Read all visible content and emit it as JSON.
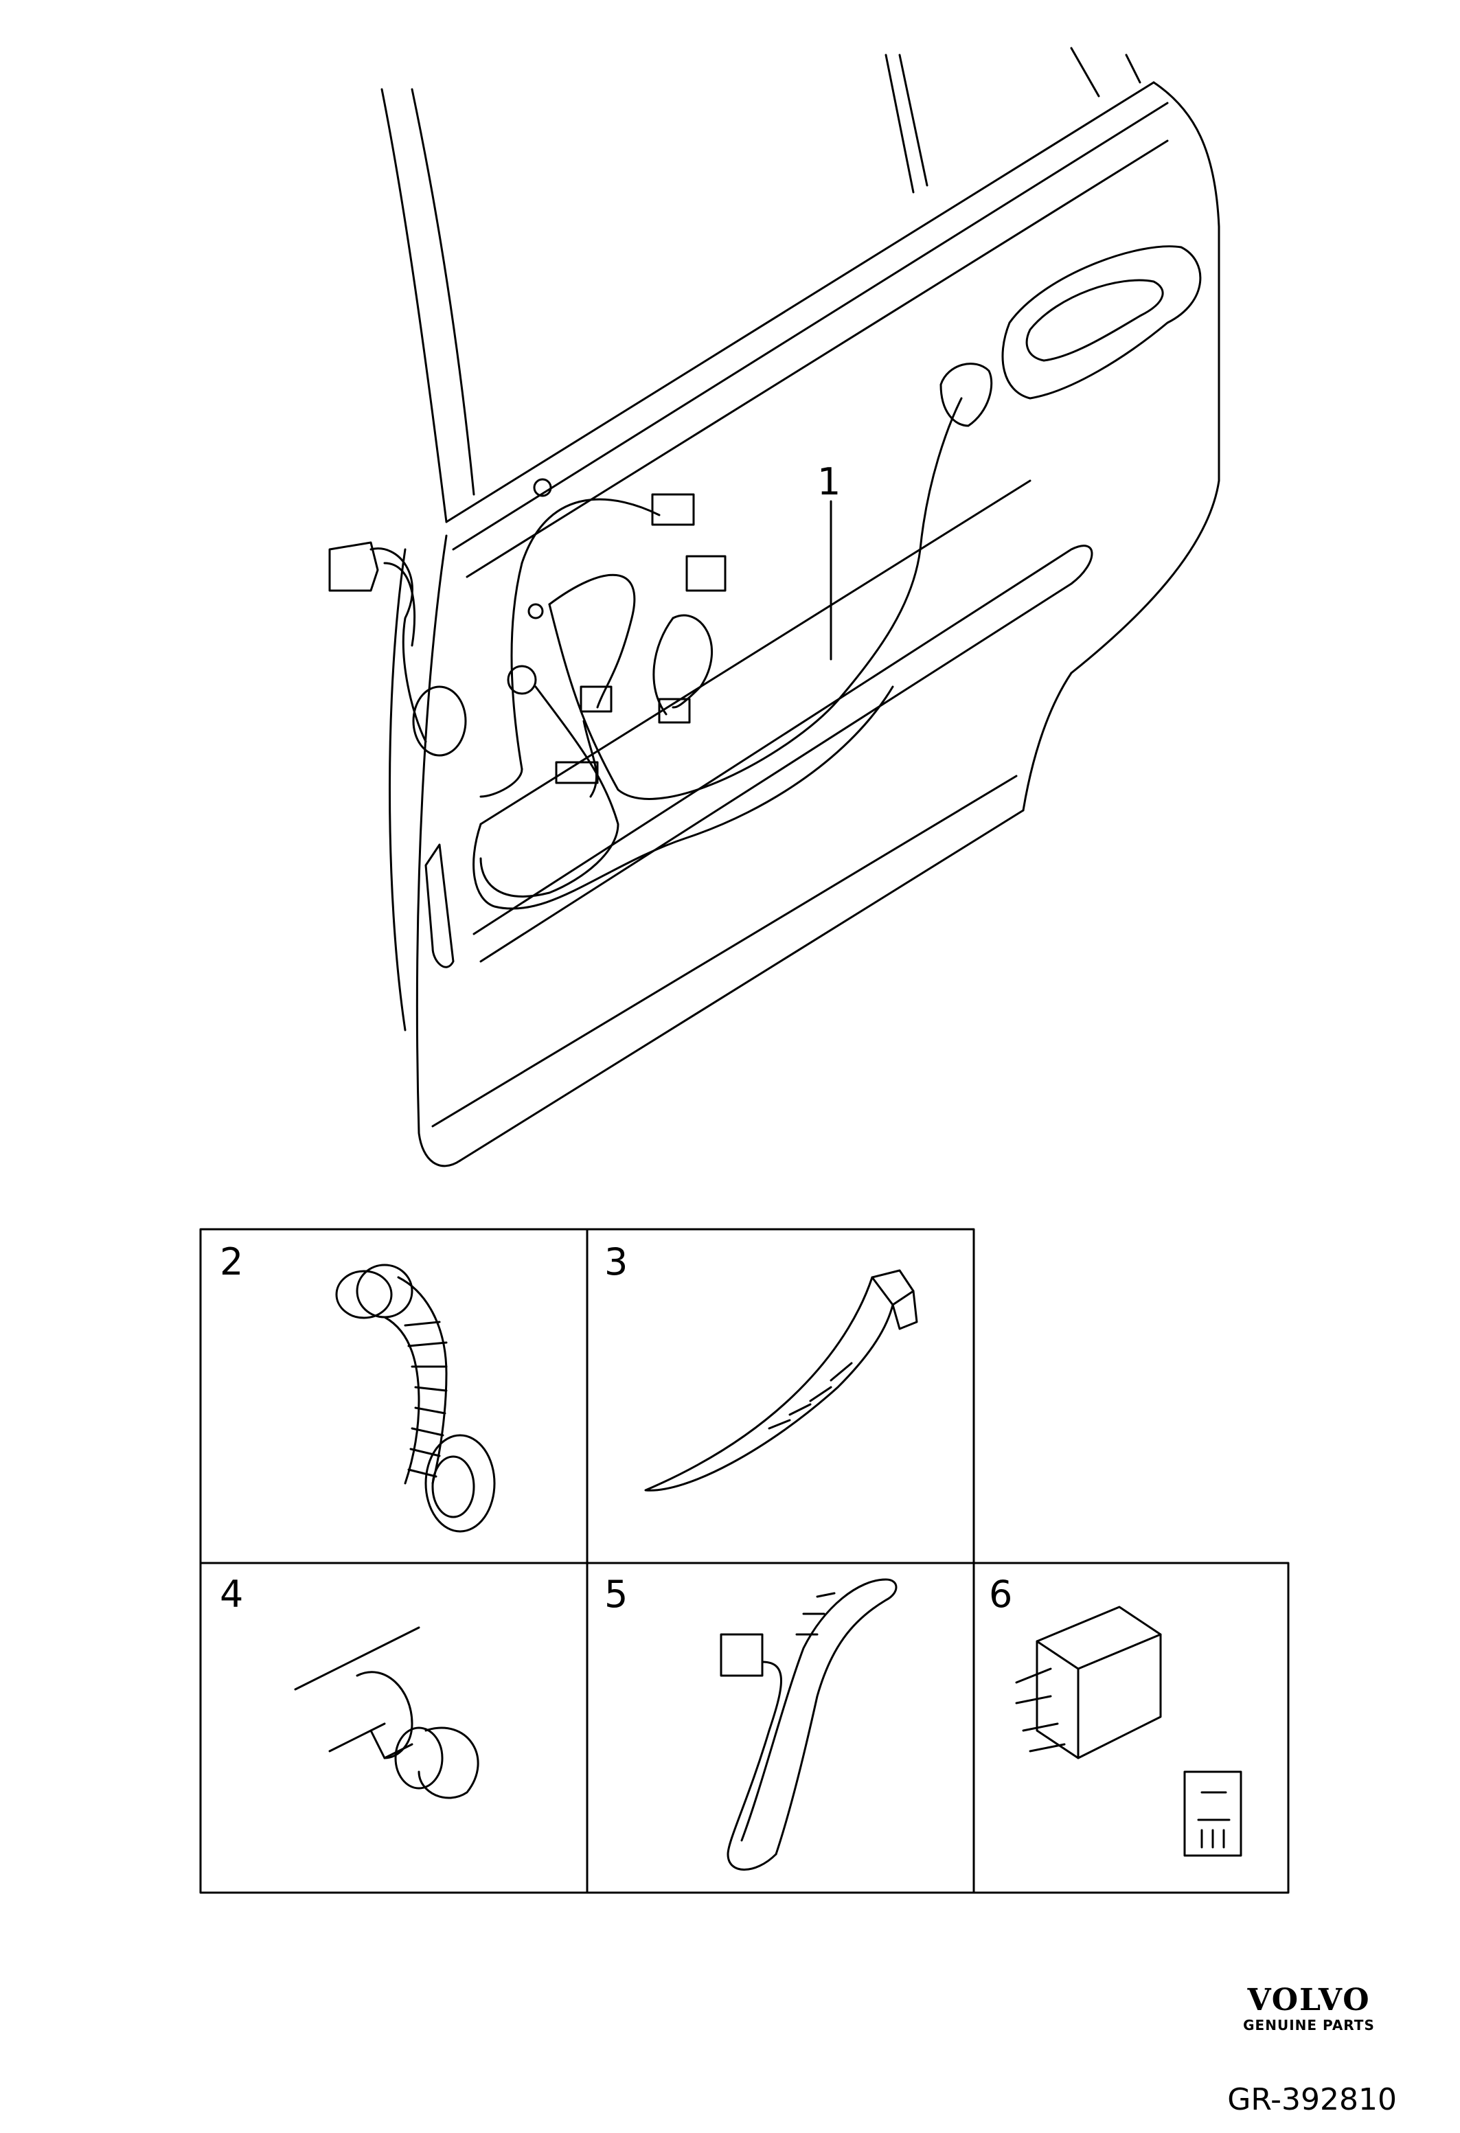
{
  "callouts": {
    "harness": "1",
    "grommet": "2",
    "cable_tie": "3",
    "clip": "4",
    "strap": "5",
    "relay": "6"
  },
  "logo": {
    "brand": "VOLVO",
    "subtitle": "GENUINE PARTS"
  },
  "illustration_id": "GR-392810"
}
